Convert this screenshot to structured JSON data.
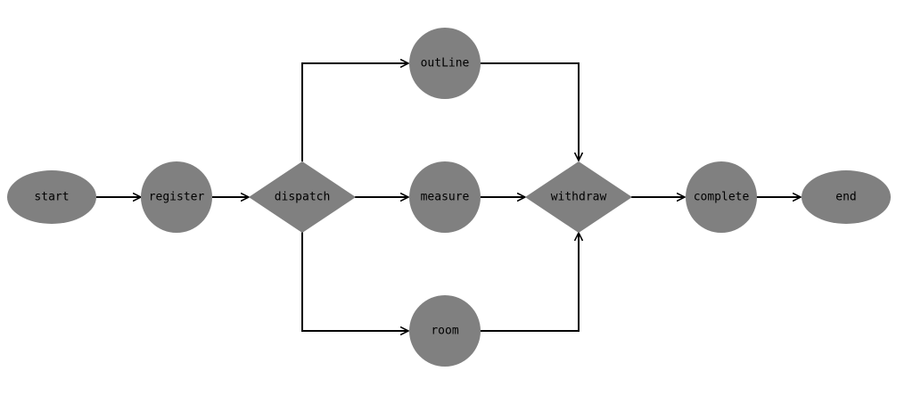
{
  "diagram": {
    "colors": {
      "node_fill": "#808080",
      "edge": "#000000",
      "label": "#000000",
      "background": "#ffffff"
    },
    "nodes": {
      "start": "start",
      "register": "register",
      "dispatch": "dispatch",
      "outline": "outLine",
      "measure": "measure",
      "room": "room",
      "withdraw": "withdraw",
      "complete": "complete",
      "end": "end"
    },
    "edges": [
      {
        "from": "start",
        "to": "register"
      },
      {
        "from": "register",
        "to": "dispatch"
      },
      {
        "from": "dispatch",
        "to": "outline"
      },
      {
        "from": "dispatch",
        "to": "measure"
      },
      {
        "from": "dispatch",
        "to": "room"
      },
      {
        "from": "outline",
        "to": "withdraw"
      },
      {
        "from": "measure",
        "to": "withdraw"
      },
      {
        "from": "room",
        "to": "withdraw"
      },
      {
        "from": "withdraw",
        "to": "complete"
      },
      {
        "from": "complete",
        "to": "end"
      }
    ]
  }
}
